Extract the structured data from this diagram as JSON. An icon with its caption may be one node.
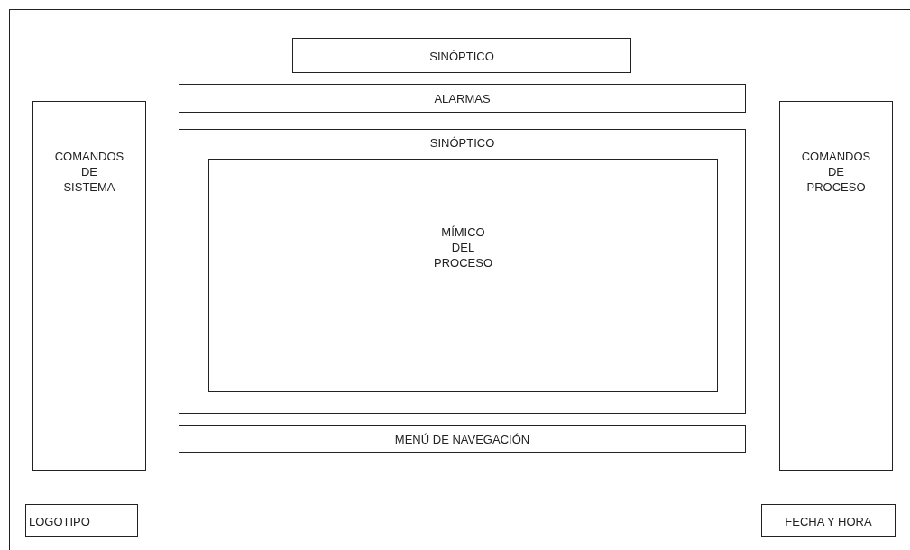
{
  "diagram": {
    "nodes": [
      {
        "text": [],
        "shape": "box"
      },
      {
        "text": [
          "SINÓPTICO"
        ],
        "in": 0
      },
      {
        "text": [
          "ALARMAS"
        ],
        "in": 0
      },
      {
        "text": [
          "COMANDOS DE SISTEMA"
        ],
        "in": 0
      },
      {
        "text": [
          "SINÓPTICO"
        ],
        "in": 0
      },
      {
        "text": [
          "MÍMICO DEL PROCESO"
        ],
        "in": 4
      },
      {
        "text": [
          "COMANDOS DE PROCESO"
        ],
        "in": 0
      },
      {
        "text": [
          "MENÚ DE NAVEGACIÓN"
        ],
        "in": 0
      },
      {
        "text": [
          "LOGOTIPO"
        ],
        "in": 0
      },
      {
        "text": [
          "FECHA Y HORA"
        ],
        "in": 0
      }
    ]
  }
}
